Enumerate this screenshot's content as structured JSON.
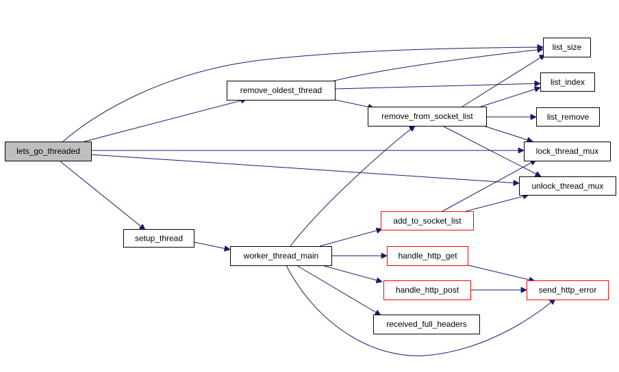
{
  "colors": {
    "edge": "#191970",
    "node_border": "#000000",
    "node_border_truncated": "#ff0000",
    "node_fill": "#ffffff",
    "root_fill": "#bfbfbf"
  },
  "nodes": {
    "lets_go_threaded": "lets_go_threaded",
    "remove_oldest_thread": "remove_oldest_thread",
    "setup_thread": "setup_thread",
    "worker_thread_main": "worker_thread_main",
    "remove_from_socket_list": "remove_from_socket_list",
    "add_to_socket_list": "add_to_socket_list",
    "handle_http_get": "handle_http_get",
    "handle_http_post": "handle_http_post",
    "received_full_headers": "received_full_headers",
    "list_size": "list_size",
    "list_index": "list_index",
    "list_remove": "list_remove",
    "lock_thread_mux": "lock_thread_mux",
    "unlock_thread_mux": "unlock_thread_mux",
    "send_http_error": "send_http_error"
  }
}
